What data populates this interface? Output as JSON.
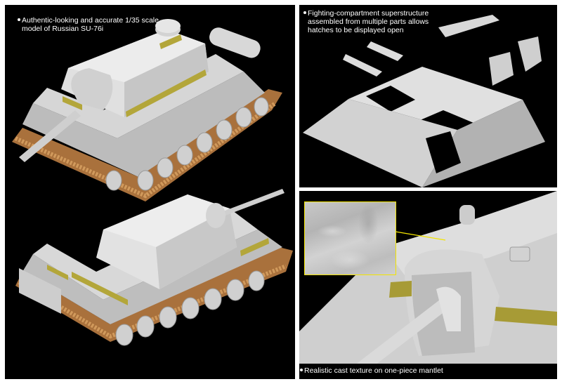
{
  "panels": {
    "left": {
      "caption_lines": [
        "Authentic-looking and accurate 1/35 scale",
        "model of Russian SU-76i"
      ],
      "images": [
        "tank-model-top-render",
        "tank-model-rear-render"
      ]
    },
    "top_right": {
      "caption_lines": [
        "Fighting-compartment superstructure",
        "assembled from multiple parts allows",
        "hatches to be displayed open"
      ],
      "image": "superstructure-exploded-render"
    },
    "bottom_right": {
      "caption_lines": [
        "Realistic cast texture on one-piece mantlet"
      ],
      "image": "mantlet-closeup-render",
      "inset": "cast-texture-detail"
    }
  },
  "colors": {
    "panel_bg": "#000000",
    "page_bg": "#ffffff",
    "model_gray": "#d4d4d4",
    "track_brown": "#b07840",
    "photo_etch_yellow": "#b3a63a",
    "callout_yellow": "#f2e400"
  }
}
